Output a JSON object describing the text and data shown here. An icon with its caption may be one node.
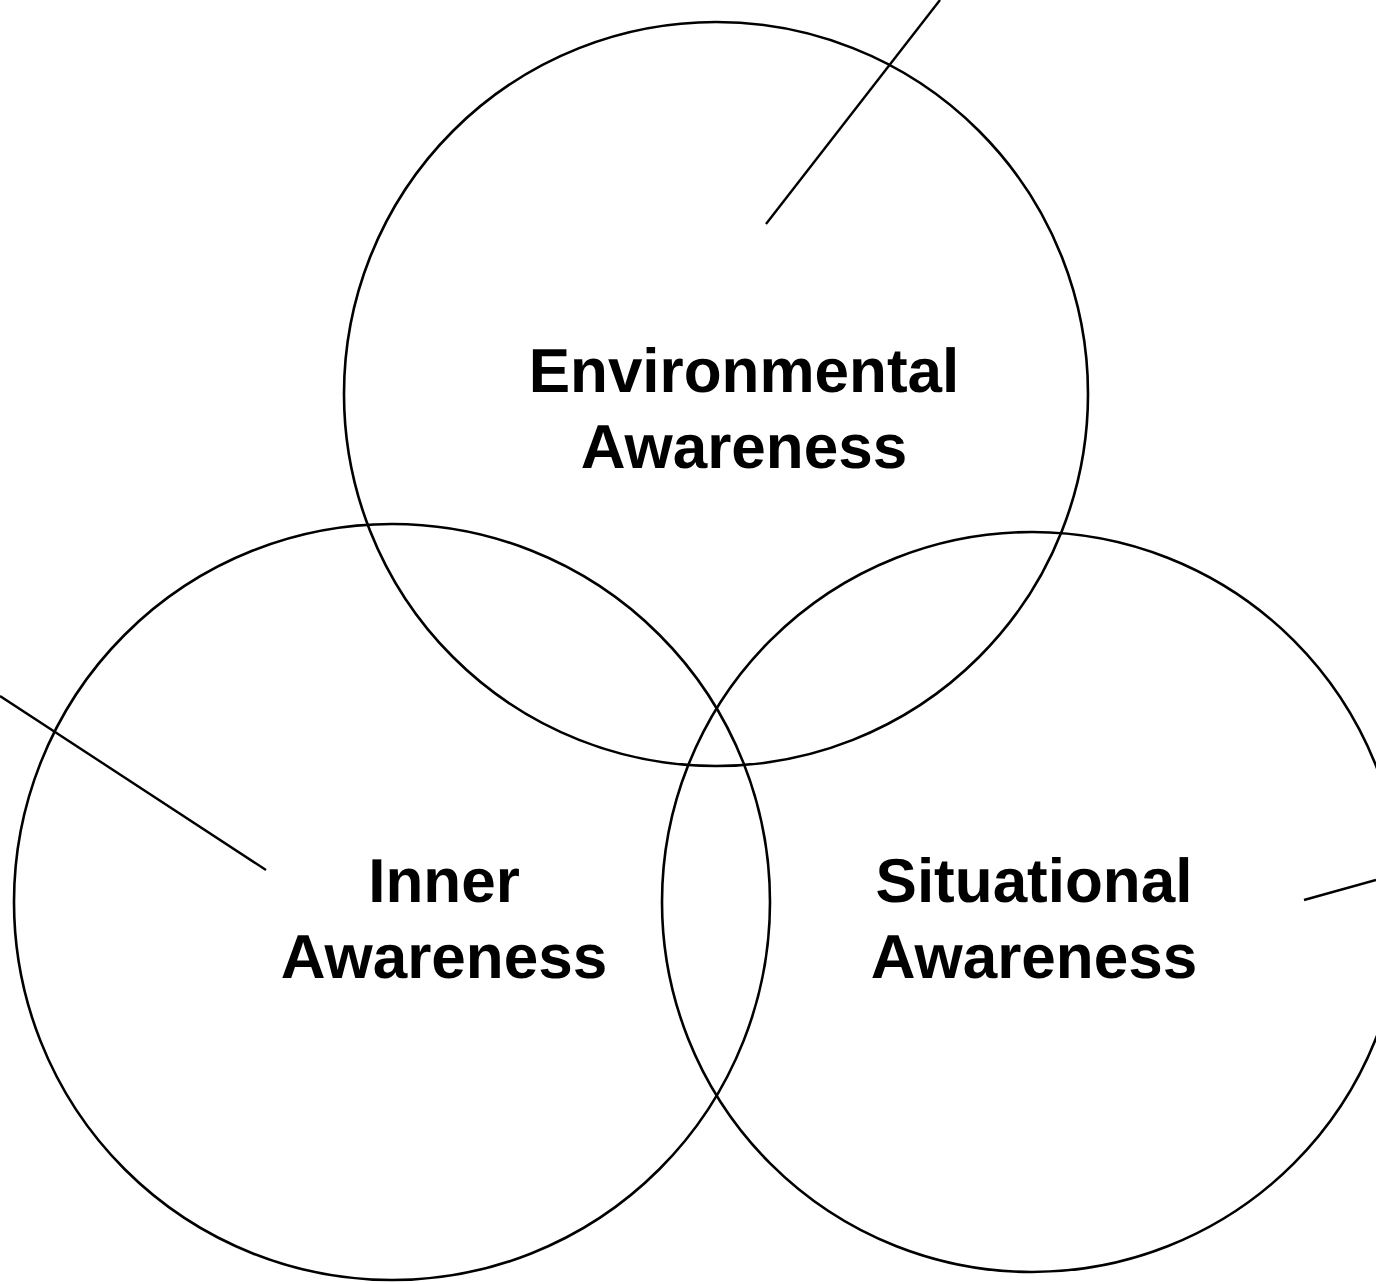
{
  "diagram": {
    "nodes": [
      {
        "text": [
          "Environmental Awareness"
        ]
      },
      {
        "text": [
          "Inner Awareness"
        ]
      },
      {
        "text": [
          "Situational Awareness"
        ]
      }
    ],
    "edges": [
      {
        "from": null,
        "to": 0,
        "arrow": "none"
      },
      {
        "from": null,
        "to": 1,
        "arrow": "none"
      },
      {
        "from": null,
        "to": 2,
        "arrow": "none"
      }
    ]
  }
}
